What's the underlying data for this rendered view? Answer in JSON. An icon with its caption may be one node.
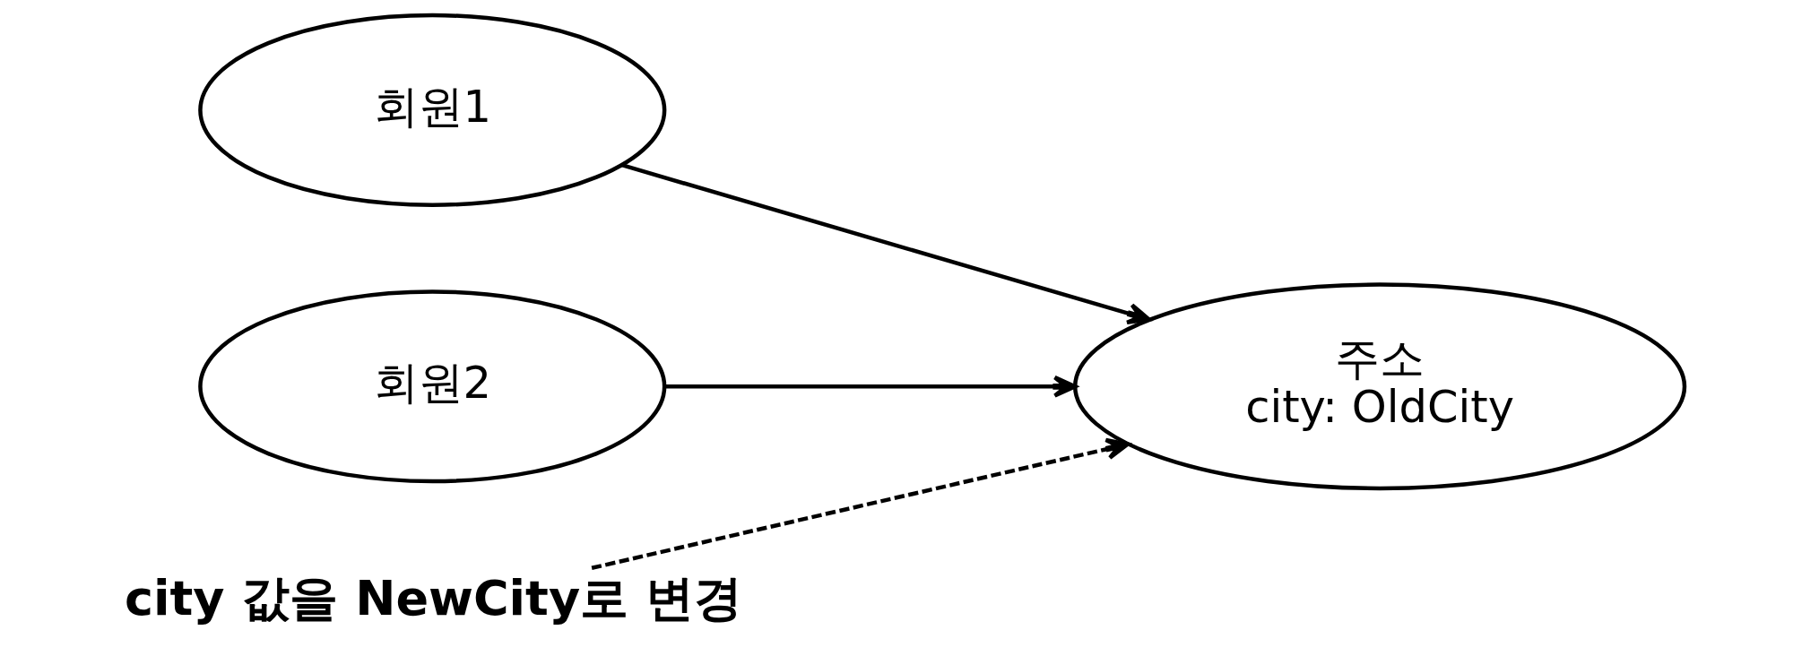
{
  "diagram": {
    "nodes": [
      {
        "text": [
          "회원1"
        ]
      },
      {
        "text": [
          "회원2"
        ]
      },
      {
        "text": [
          "주소",
          "city: OldCity"
        ]
      },
      {
        "text": [
          "city 값을 NewCity로 변경"
        ]
      }
    ],
    "edges": [
      {
        "from": 0,
        "to": 2,
        "arrow": "to"
      },
      {
        "from": 1,
        "to": 2,
        "arrow": "to"
      },
      {
        "from": 3,
        "to": 2,
        "arrow": "to",
        "style": "dashed"
      }
    ]
  }
}
